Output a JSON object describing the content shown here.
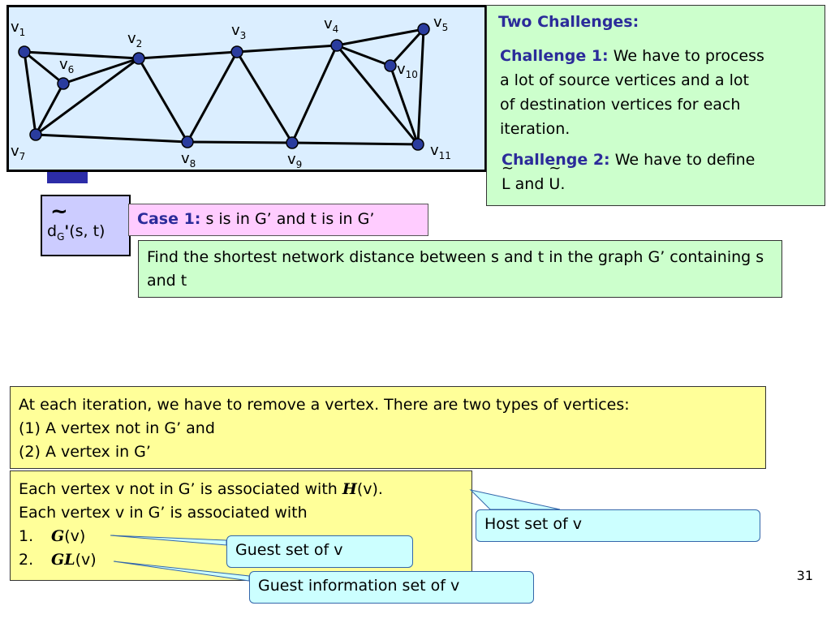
{
  "title_fragment": "bli",
  "graph": {
    "vertices": [
      {
        "id": "v1",
        "base": "v",
        "sub": "1"
      },
      {
        "id": "v2",
        "base": "v",
        "sub": "2"
      },
      {
        "id": "v3",
        "base": "v",
        "sub": "3"
      },
      {
        "id": "v4",
        "base": "v",
        "sub": "4"
      },
      {
        "id": "v5",
        "base": "v",
        "sub": "5"
      },
      {
        "id": "v6",
        "base": "v",
        "sub": "6"
      },
      {
        "id": "v7",
        "base": "v",
        "sub": "7"
      },
      {
        "id": "v8",
        "base": "v",
        "sub": "8"
      },
      {
        "id": "v9",
        "base": "v",
        "sub": "9"
      },
      {
        "id": "v10",
        "base": "v",
        "sub": "10"
      },
      {
        "id": "v11",
        "base": "v",
        "sub": "11"
      }
    ],
    "edges": [
      [
        "v1",
        "v2"
      ],
      [
        "v1",
        "v6"
      ],
      [
        "v1",
        "v7"
      ],
      [
        "v6",
        "v2"
      ],
      [
        "v6",
        "v7"
      ],
      [
        "v7",
        "v2"
      ],
      [
        "v2",
        "v3"
      ],
      [
        "v2",
        "v8"
      ],
      [
        "v7",
        "v8"
      ],
      [
        "v8",
        "v3"
      ],
      [
        "v3",
        "v9"
      ],
      [
        "v3",
        "v4"
      ],
      [
        "v8",
        "v9"
      ],
      [
        "v9",
        "v4"
      ],
      [
        "v9",
        "v11"
      ],
      [
        "v4",
        "v11"
      ],
      [
        "v4",
        "v5"
      ],
      [
        "v4",
        "v10"
      ],
      [
        "v10",
        "v5"
      ],
      [
        "v10",
        "v11"
      ],
      [
        "v5",
        "v11"
      ]
    ],
    "colors": {
      "background": "#dbeeff",
      "node": "#2a3c9e",
      "edge": "#000000"
    }
  },
  "challenges": {
    "heading": "Two Challenges:",
    "c1_label": "Challenge 1:",
    "c1_line1": " We have to process",
    "c1_line2": "a lot of source vertices and a lot",
    "c1_line3": "of destination vertices for each",
    "c1_line4": "iteration.",
    "c2_label": "Challenge 2:",
    "c2_line1": " We have to define",
    "c2_L": "L",
    "c2_and": " and ",
    "c2_U": "U",
    "c2_end": "."
  },
  "dg": {
    "tilde": "~",
    "d": "d",
    "sub": "G",
    "prime": "'",
    "args": "(s, t)"
  },
  "case1": {
    "label": "Case 1:",
    "text": " s is in G’ and t is in G’"
  },
  "find": {
    "text": "Find the shortest network distance between s and t in the graph G’ containing s and t"
  },
  "yellow1": {
    "line1": "At each iteration, we have to remove a vertex. There are two types of vertices:",
    "line2": "(1) A vertex not in G’ and",
    "line3": "(2) A vertex in G’"
  },
  "yellow2": {
    "line1_pre": "Each vertex v not in G’ is associated with ",
    "line1_script": "H",
    "line1_post": "(v).",
    "line2": "Each vertex v in G’ is associated with",
    "item1_num": "1.",
    "item1_script": "G",
    "item1_post": "(v)",
    "item2_num": "2.",
    "item2_script": "GL",
    "item2_post": "(v)"
  },
  "callouts": {
    "host": "Host set of v",
    "guest": "Guest set of v",
    "guest_info": "Guest information set of v"
  },
  "page_number": "31"
}
